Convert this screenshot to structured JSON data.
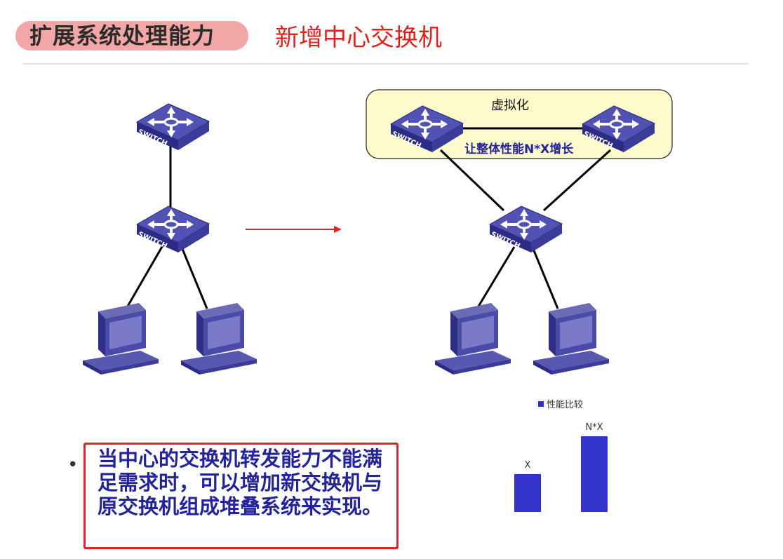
{
  "header": {
    "section_title": "扩展系统处理能力",
    "subtitle": "新增中心交换机"
  },
  "diagram": {
    "switch_label": "SWITCH",
    "virtualization_label": "虚拟化",
    "performance_label": "让整体性能N*X增长"
  },
  "bullet": {
    "text": "当中心的交换机转发能力不能满足需求时，可以增加新交换机与原交换机组成堆叠系统来实现。"
  },
  "chart_data": {
    "type": "bar",
    "legend": "性能比较",
    "categories": [
      "X",
      "N*X"
    ],
    "values": [
      1,
      2
    ],
    "colors": [
      "#3434cc"
    ]
  },
  "colors": {
    "accent_red": "#e0201c",
    "pill_bg": "#f3a6a6",
    "switch_blue": "#4a4aa8",
    "text_navy": "#23239b"
  }
}
